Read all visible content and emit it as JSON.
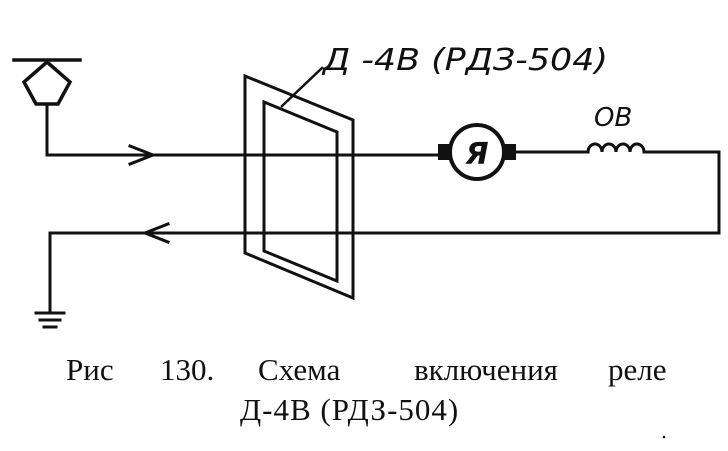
{
  "relay_label": "Д -4В (РДЗ-504)",
  "motor_label": "Я",
  "winding_label": "ОВ",
  "caption": {
    "fig": "Рис",
    "num": "130.",
    "w1": "Схема",
    "w2": "включения",
    "w3": "реле",
    "line2": "Д-4В (РДЗ-504)"
  }
}
